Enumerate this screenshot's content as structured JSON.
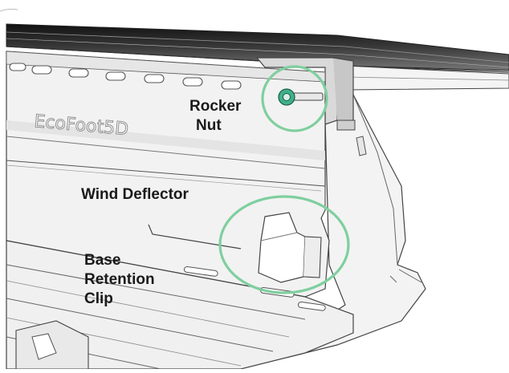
{
  "labels": {
    "rocker_nut": [
      "Rocker",
      "Nut"
    ],
    "wind_deflector": "Wind Deflector",
    "base_retention_clip": [
      "Base",
      "Retention",
      "Clip"
    ]
  },
  "brand_logo_text": "EcoFoot5D",
  "colors": {
    "highlight_circle": "#7fcf9f",
    "nut": "#3fb08a",
    "line": "#555555",
    "panel_fill": "#f1f1f1",
    "panel_shade": "#e2e2e2",
    "panel_dark": "#c9c9c9",
    "solar_glass": "#2b2b2b"
  }
}
